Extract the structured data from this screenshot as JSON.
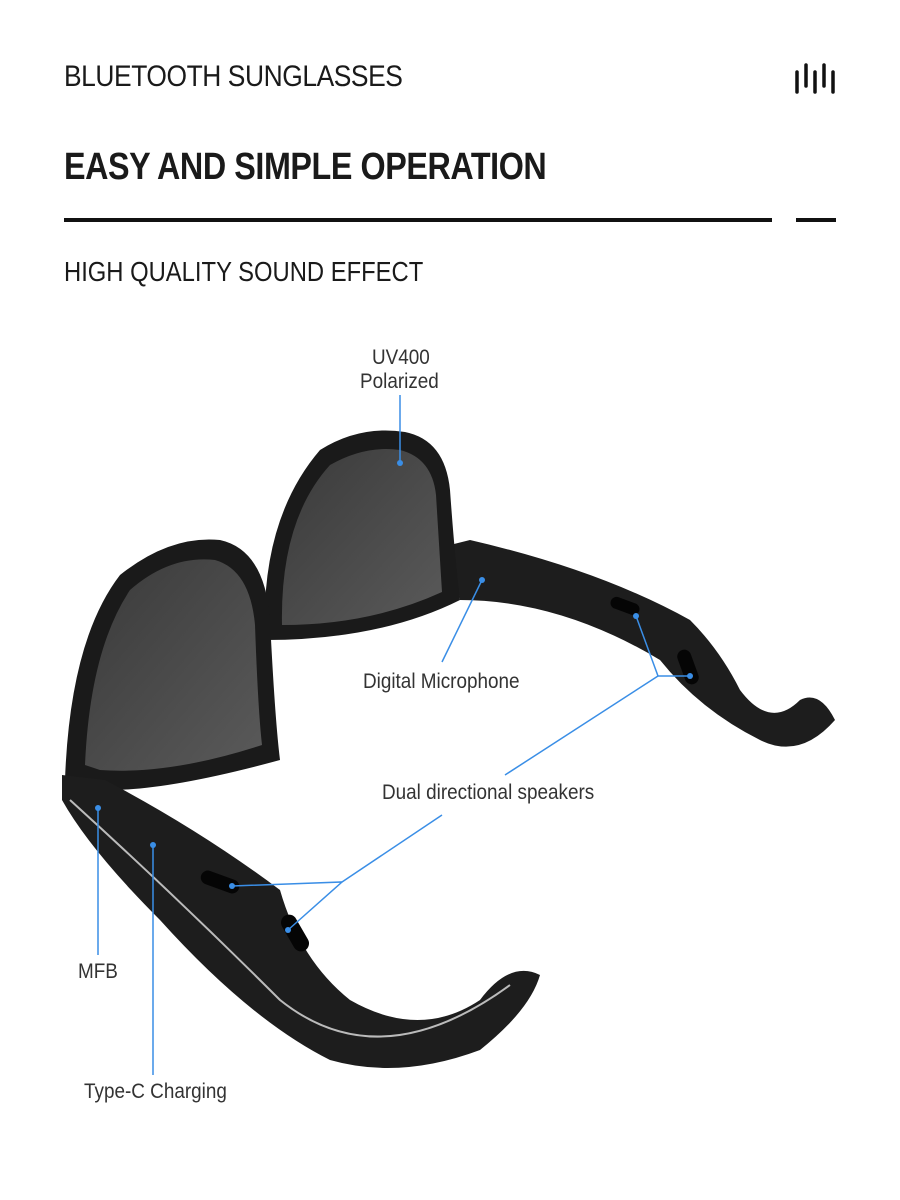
{
  "header": {
    "brand": "BLUETOOTH SUNGLASSES",
    "headline": "EASY AND SIMPLE OPERATION",
    "subhead": "HIGH QUALITY  SOUND EFFECT",
    "icon": "sound-bars-icon"
  },
  "callouts": {
    "lens_line1": "UV400",
    "lens_line2": "Polarized",
    "microphone": "Digital Microphone",
    "speakers": "Dual directional speakers",
    "mfb": "MFB",
    "charging": "Type-C Charging"
  },
  "colors": {
    "callout_line": "#3a8ee6",
    "frame": "#1c1c1c",
    "lens": "#4a4a4a"
  }
}
